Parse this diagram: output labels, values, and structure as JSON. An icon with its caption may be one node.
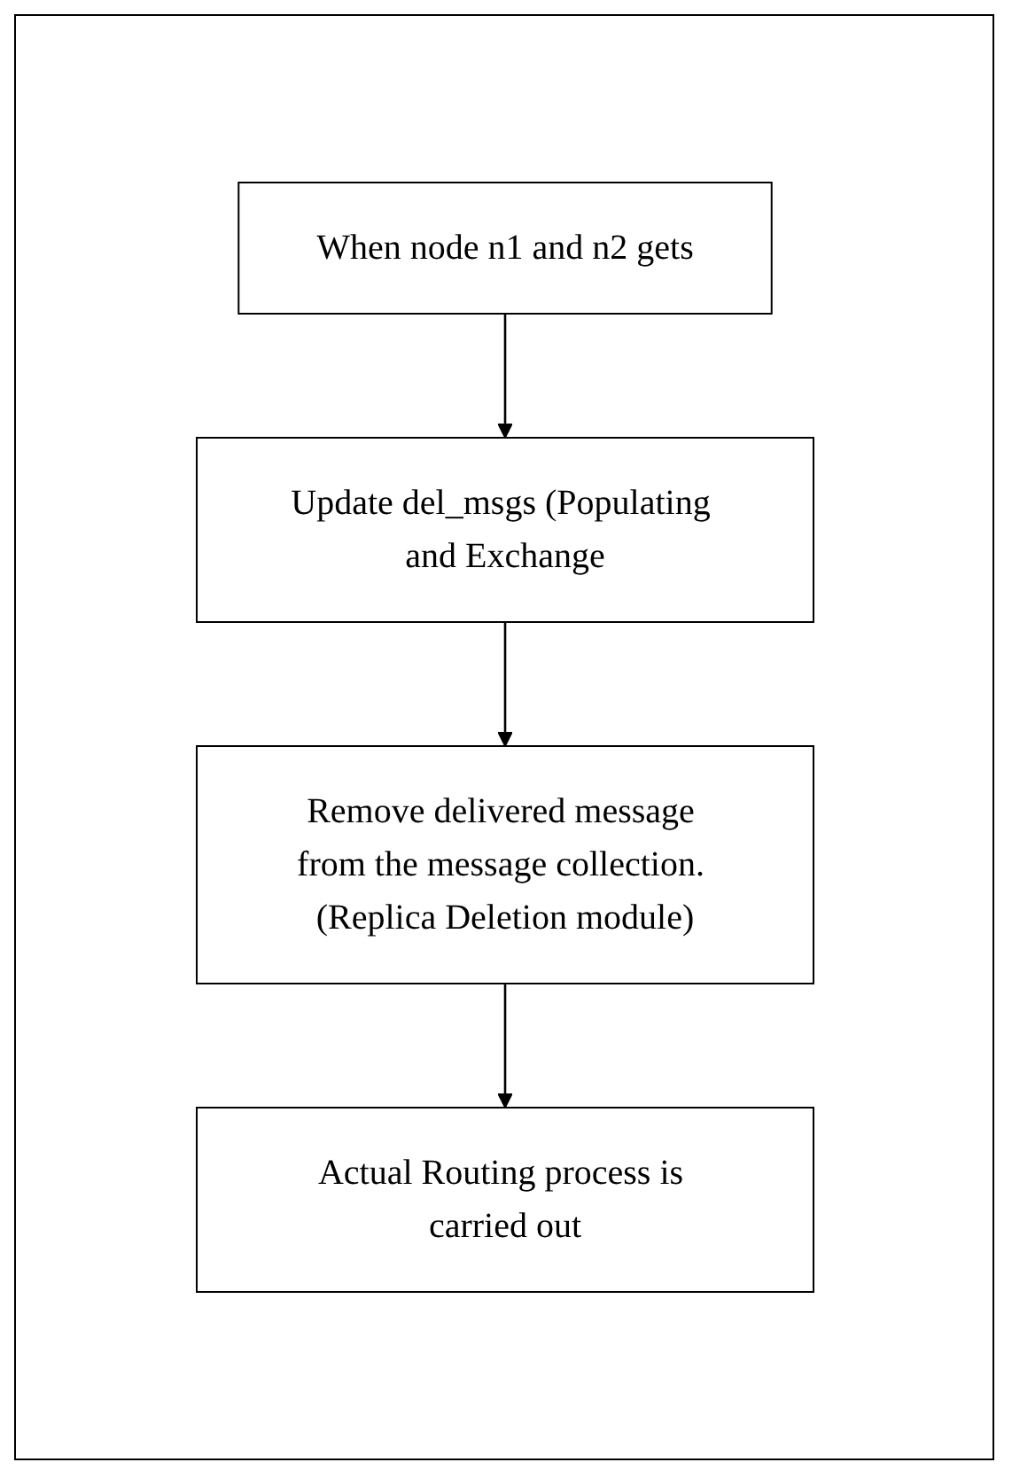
{
  "diagram": {
    "nodes": [
      {
        "text": [
          "When node n1 and n2 gets"
        ]
      },
      {
        "text": [
          "Update del_msgs (Populating and Exchange"
        ]
      },
      {
        "text": [
          "Remove delivered message from the message collection. (Replica Deletion module)"
        ]
      },
      {
        "text": [
          "Actual Routing process is carried out"
        ]
      }
    ],
    "edges": [
      {
        "from": 0,
        "to": 1,
        "arrow": "to"
      },
      {
        "from": 1,
        "to": 2,
        "arrow": "to"
      },
      {
        "from": 2,
        "to": 3,
        "arrow": "to"
      }
    ]
  }
}
